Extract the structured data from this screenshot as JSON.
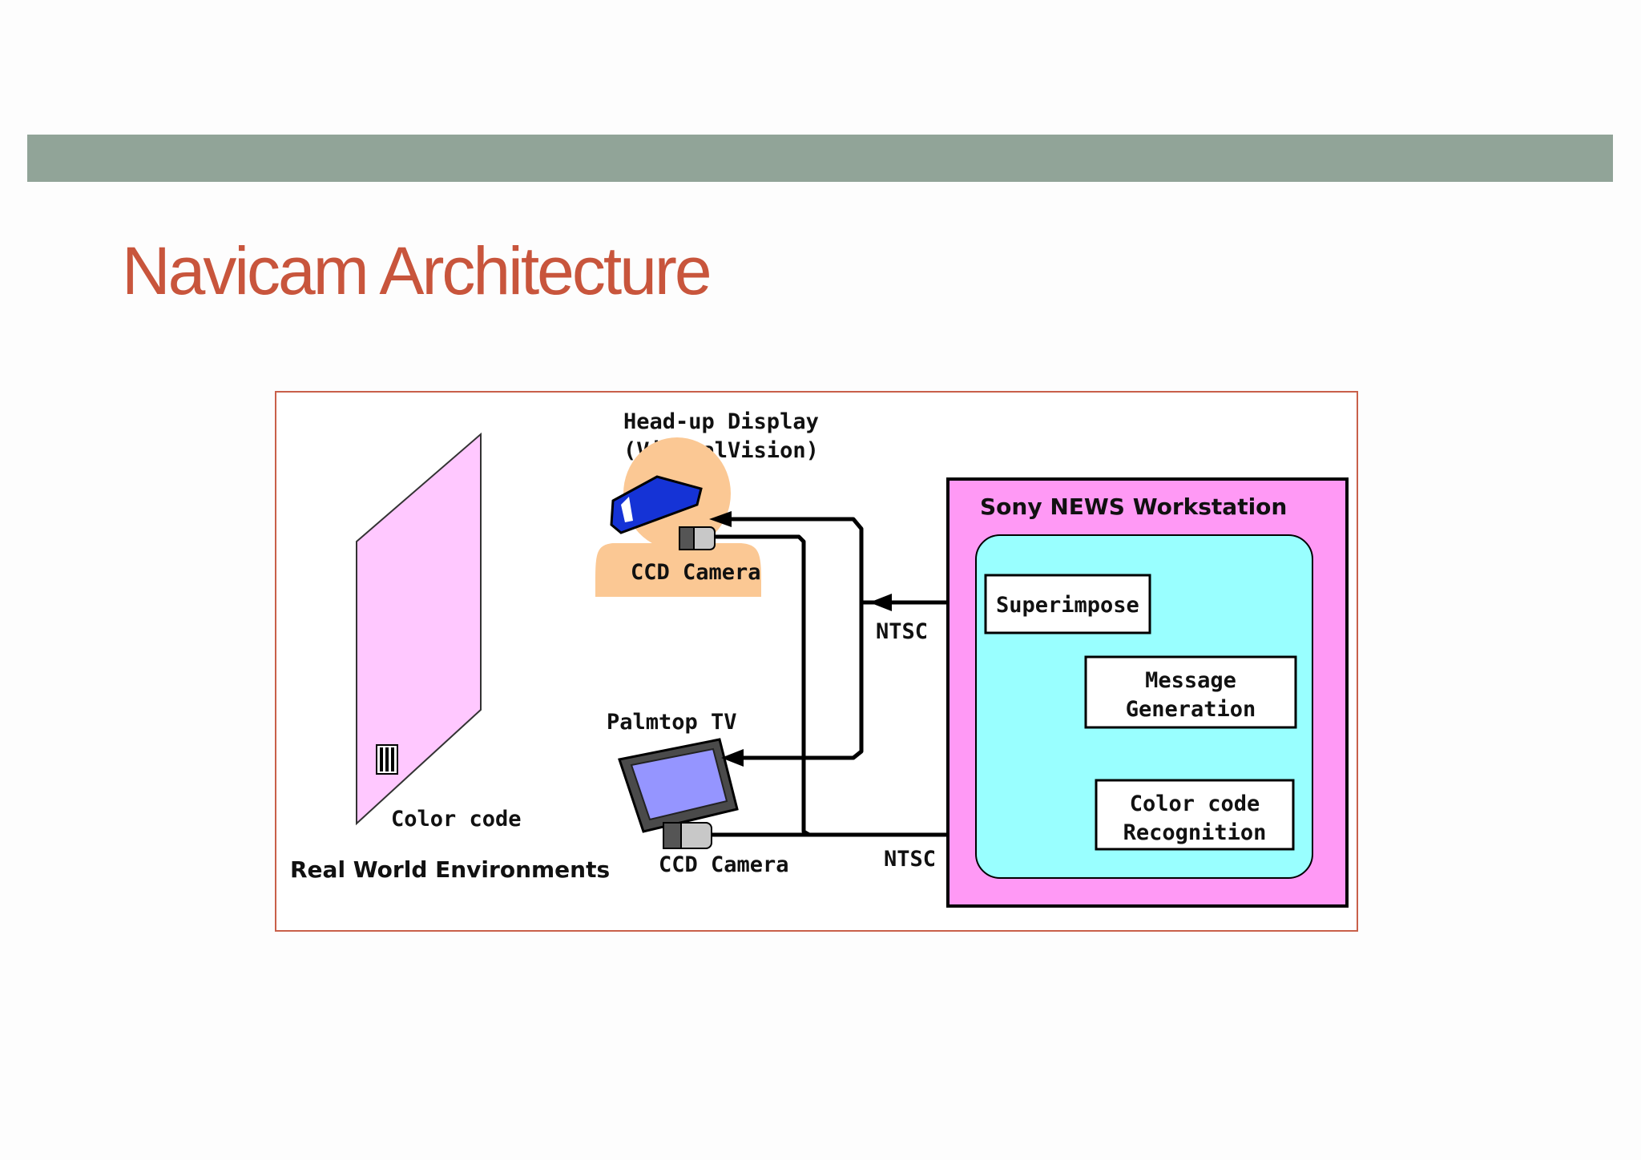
{
  "slide": {
    "title": "Navicam Architecture"
  },
  "diagram": {
    "hud_label_line1": "Head-up Display",
    "hud_label_line2": "(VirtualVision)",
    "ccd_camera_top": "CCD Camera",
    "ccd_camera_bottom": "CCD Camera",
    "palmtop_tv": "Palmtop TV",
    "color_code": "Color code",
    "real_world": "Real World Environments",
    "ntsc_top": "NTSC",
    "ntsc_bottom": "NTSC",
    "workstation_title": "Sony NEWS Workstation",
    "superimpose": "Superimpose",
    "message_gen_line1": "Message",
    "message_gen_line2": "Generation",
    "color_recog_line1": "Color code",
    "color_recog_line2": "Recognition",
    "colors": {
      "workstation_bg": "#ff99f5",
      "inner_bg": "#99ffff",
      "card": "#ffc8ff",
      "skin": "#fbc894",
      "visor": "#1533d6",
      "screen": "#9595ff",
      "title": "#c8553c",
      "band": "#91a498"
    }
  }
}
